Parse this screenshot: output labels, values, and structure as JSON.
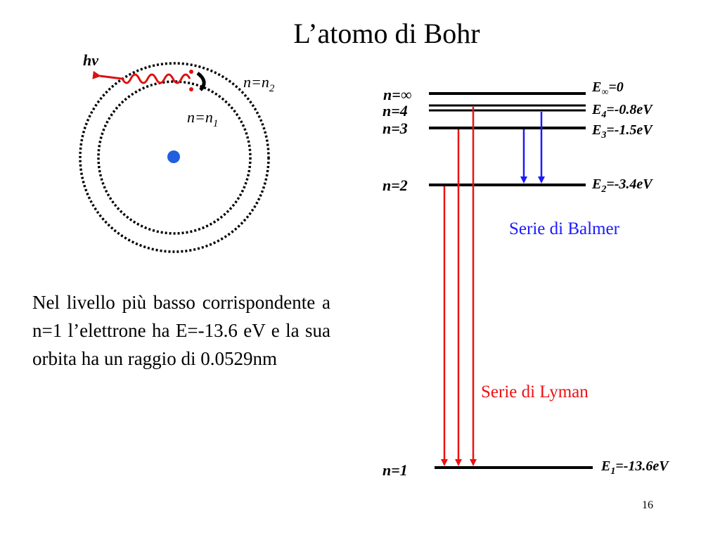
{
  "title": "L’atomo di Bohr",
  "photon_label": "hν",
  "orbit_labels": {
    "outer": {
      "base": "n=n",
      "sub": "2"
    },
    "inner": {
      "base": "n=n",
      "sub": "1"
    }
  },
  "levels": [
    {
      "n": "n=∞",
      "e_base": "E",
      "e_sub": "∞",
      "e_val": "=0"
    },
    {
      "n": "n=4",
      "e_base": "E",
      "e_sub": "4",
      "e_val": "=-0.8eV"
    },
    {
      "n": "n=3",
      "e_base": "E",
      "e_sub": "3",
      "e_val": "=-1.5eV"
    },
    {
      "n": "n=2",
      "e_base": "E",
      "e_sub": "2",
      "e_val": "=-3.4eV"
    },
    {
      "n": "n=1",
      "e_base": "E",
      "e_sub": "1",
      "e_val": "=-13.6eV"
    }
  ],
  "series": {
    "balmer": {
      "label": "Serie di Balmer",
      "color": "#1a1aff"
    },
    "lyman": {
      "label": "Serie di Lyman",
      "color": "#ee1111"
    }
  },
  "body_text": "Nel livello più basso corrispondente a n=1 l’elettrone ha E=-13.6 eV e la sua orbita ha un raggio di 0.0529nm",
  "slide_number": "16",
  "colors": {
    "nucleus": "#1f5fe0",
    "photon": "#dd1111",
    "balmer": "#1a1aff",
    "lyman": "#ee1111"
  }
}
